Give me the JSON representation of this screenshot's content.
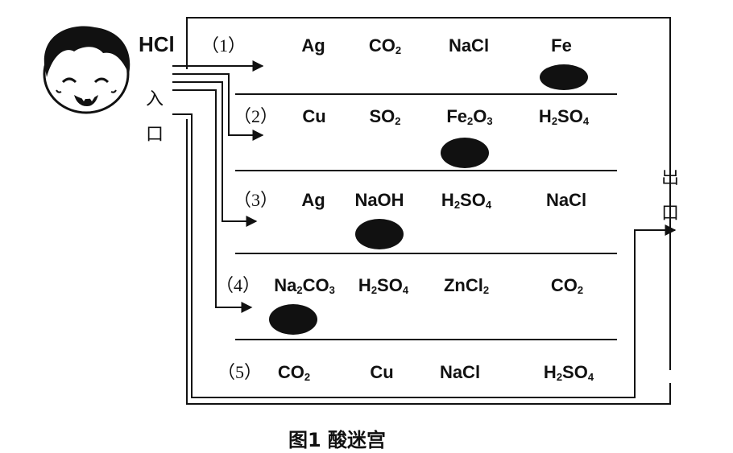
{
  "entrance_reagent": "HCl",
  "entrance_label": "入口",
  "exit_label": "出口",
  "caption": "图1 酸迷宫",
  "rows": [
    {
      "label": "（1）",
      "items": [
        {
          "parts": [
            [
              "Ag",
              ""
            ]
          ],
          "text": "Ag"
        },
        {
          "parts": [
            [
              "CO",
              ""
            ],
            [
              "2",
              "sub"
            ]
          ],
          "text": "CO2"
        },
        {
          "parts": [
            [
              "NaCl",
              ""
            ]
          ],
          "text": "NaCl"
        },
        {
          "parts": [
            [
              "Fe",
              ""
            ]
          ],
          "text": "Fe"
        }
      ]
    },
    {
      "label": "（2）",
      "items": [
        {
          "parts": [
            [
              "Cu",
              ""
            ]
          ],
          "text": "Cu"
        },
        {
          "parts": [
            [
              "SO",
              ""
            ],
            [
              "2",
              "sub"
            ]
          ],
          "text": "SO2"
        },
        {
          "parts": [
            [
              "Fe",
              ""
            ],
            [
              "2",
              "sub"
            ],
            [
              "O",
              ""
            ],
            [
              "3",
              "sub"
            ]
          ],
          "text": "Fe2O3"
        },
        {
          "parts": [
            [
              "H",
              ""
            ],
            [
              "2",
              "sub"
            ],
            [
              "SO",
              ""
            ],
            [
              "4",
              "sub"
            ]
          ],
          "text": "H2SO4"
        }
      ]
    },
    {
      "label": "（3）",
      "items": [
        {
          "parts": [
            [
              "Ag",
              ""
            ]
          ],
          "text": "Ag"
        },
        {
          "parts": [
            [
              "NaOH",
              ""
            ]
          ],
          "text": "NaOH"
        },
        {
          "parts": [
            [
              "H",
              ""
            ],
            [
              "2",
              "sub"
            ],
            [
              "SO",
              ""
            ],
            [
              "4",
              "sub"
            ]
          ],
          "text": "H2SO4"
        },
        {
          "parts": [
            [
              "NaCl",
              ""
            ]
          ],
          "text": "NaCl"
        }
      ]
    },
    {
      "label": "（4）",
      "items": [
        {
          "parts": [
            [
              "Na",
              ""
            ],
            [
              "2",
              "sub"
            ],
            [
              "CO",
              ""
            ],
            [
              "3",
              "sub"
            ]
          ],
          "text": "Na2CO3"
        },
        {
          "parts": [
            [
              "H",
              ""
            ],
            [
              "2",
              "sub"
            ],
            [
              "SO",
              ""
            ],
            [
              "4",
              "sub"
            ]
          ],
          "text": "H2SO4"
        },
        {
          "parts": [
            [
              "ZnCl",
              ""
            ],
            [
              "2",
              "sub"
            ]
          ],
          "text": "ZnCl2"
        },
        {
          "parts": [
            [
              "CO",
              ""
            ],
            [
              "2",
              "sub"
            ]
          ],
          "text": "CO2"
        }
      ]
    },
    {
      "label": "（5）",
      "items": [
        {
          "parts": [
            [
              "CO",
              ""
            ],
            [
              "2",
              "sub"
            ]
          ],
          "text": "CO2"
        },
        {
          "parts": [
            [
              "Cu",
              ""
            ]
          ],
          "text": "Cu"
        },
        {
          "parts": [
            [
              "NaCl",
              ""
            ]
          ],
          "text": "NaCl"
        },
        {
          "parts": [
            [
              "H",
              ""
            ],
            [
              "2",
              "sub"
            ],
            [
              "SO",
              ""
            ],
            [
              "4",
              "sub"
            ]
          ],
          "text": "H2SO4"
        }
      ]
    }
  ],
  "colors": {
    "ink": "#111111",
    "background": "#ffffff"
  }
}
